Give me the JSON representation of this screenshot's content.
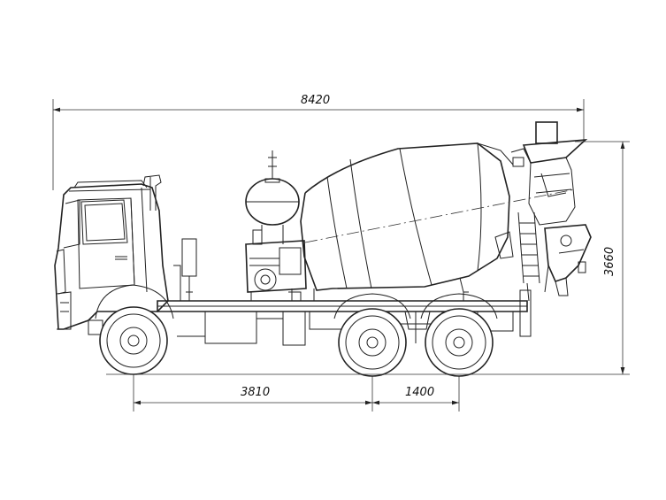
{
  "dimensions": {
    "overall_length": "8420",
    "height": "3660",
    "wheelbase_front": "3810",
    "wheelbase_rear": "1400"
  },
  "colors": {
    "line": "#222222",
    "background": "#ffffff"
  }
}
